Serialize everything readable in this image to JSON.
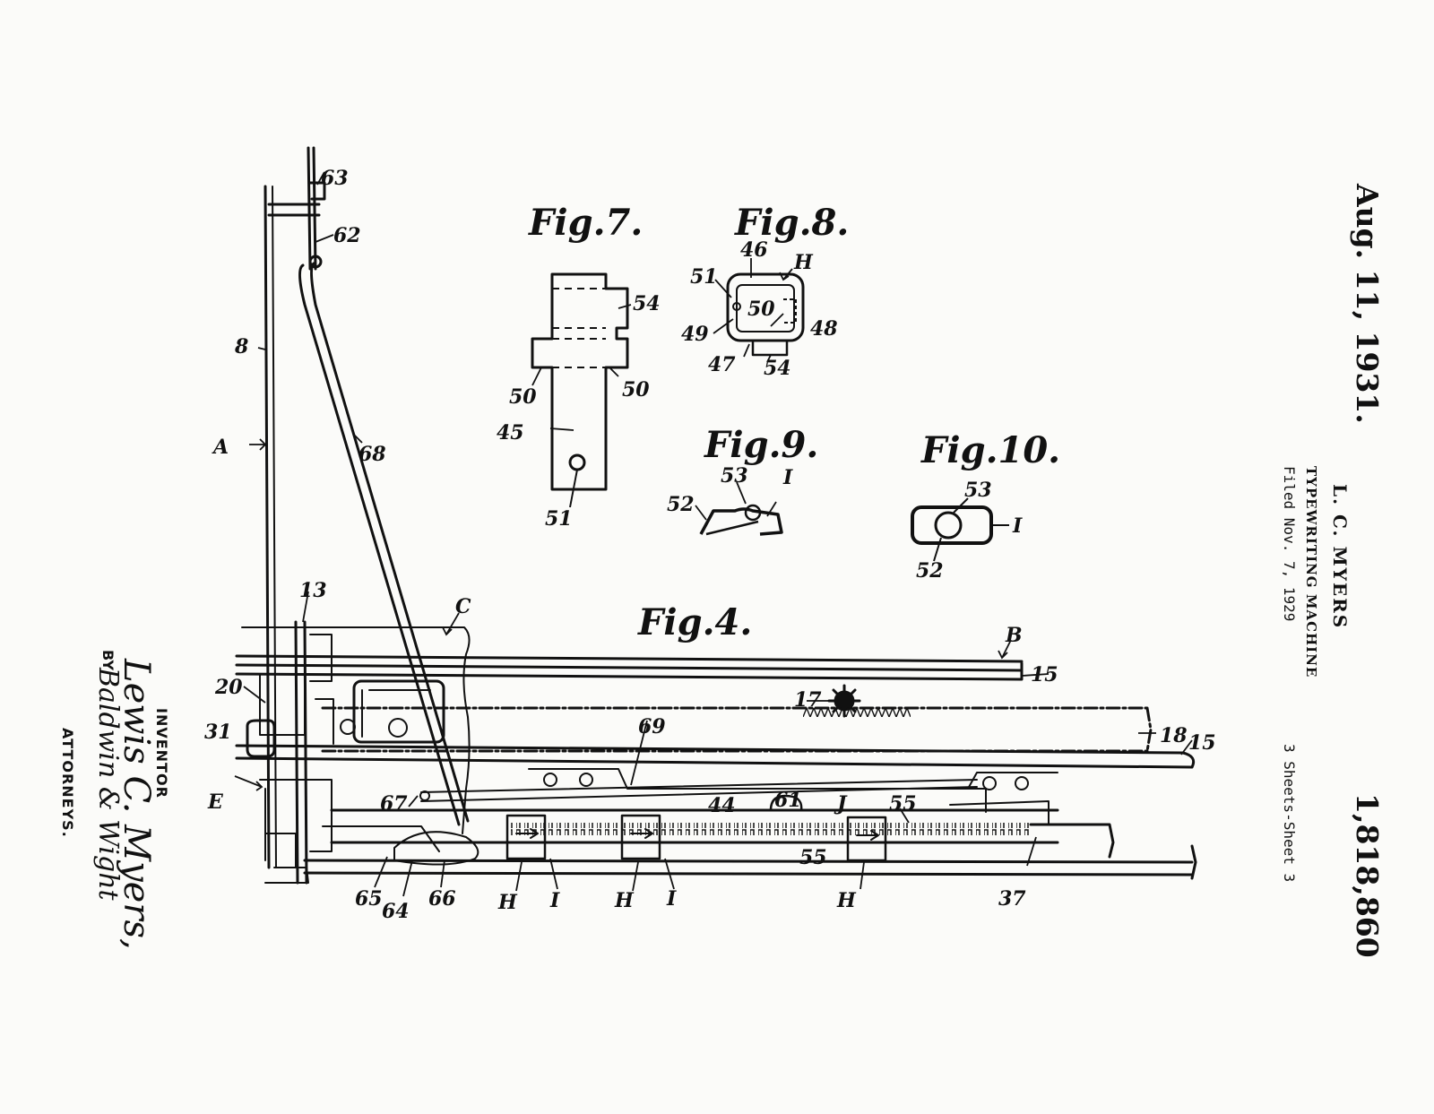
{
  "header": {
    "date": "Aug. 11, 1931.",
    "patent_number": "1,818,860",
    "inventor_name": "L. C. MYERS",
    "title": "TYPEWRITING MACHINE",
    "filed": "Filed Nov. 7, 1929",
    "sheets": "3 Sheets-Sheet 3"
  },
  "signature": {
    "inventor_label": "INVENTOR",
    "inventor_signature": "Lewis C. Myers,",
    "by": "BY",
    "attorneys_signature": "Baldwin & Wight",
    "attorneys_label": "ATTORNEYS."
  },
  "figures": {
    "fig4": "Fig.4.",
    "fig7": "Fig.7.",
    "fig8": "Fig.8.",
    "fig9": "Fig.9.",
    "fig10": "Fig.10."
  },
  "refs": {
    "r63": "63",
    "r62": "62",
    "r8": "8",
    "rA": "A",
    "r68": "68",
    "r13": "13",
    "rC": "C",
    "rB": "B",
    "r15a": "15",
    "r15b": "15",
    "r20": "20",
    "r31": "31",
    "rE": "E",
    "r17": "17",
    "r18": "18",
    "r69": "69",
    "r67": "67",
    "r44": "44",
    "r61": "61",
    "rJ": "J",
    "r55": "55",
    "r55b": "55",
    "r37": "37",
    "r65": "65",
    "r64": "64",
    "r66": "66",
    "rH1": "H",
    "rI1": "I",
    "rH2": "H",
    "rI2": "I",
    "rH3": "H",
    "f7_54": "54",
    "f7_50a": "50",
    "f7_50b": "50",
    "f7_45": "45",
    "f7_51": "51",
    "f8_46": "46",
    "f8_H": "H",
    "f8_51": "51",
    "f8_50": "50",
    "f8_49": "49",
    "f8_48": "48",
    "f8_47": "47",
    "f8_54": "54",
    "f9_53": "53",
    "f9_I": "I",
    "f9_52": "52",
    "f10_53": "53",
    "f10_I": "I",
    "f10_52": "52"
  }
}
